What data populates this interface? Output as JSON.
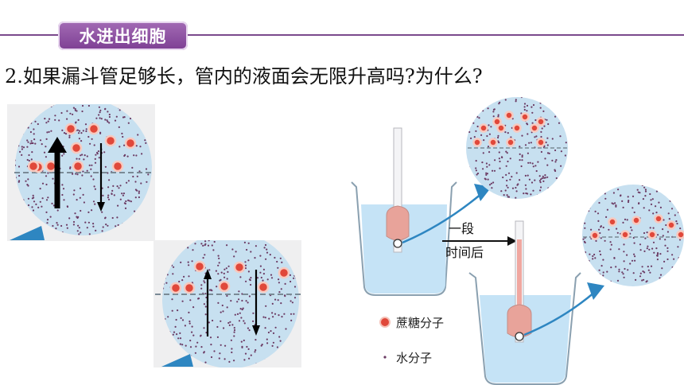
{
  "slide": {
    "section_title": "水进出细胞",
    "question": "2.如果漏斗管足够长，管内的液面会无限升高吗?为什么?"
  },
  "diagram": {
    "time_label_line1": "一段",
    "time_label_line2": "时间后",
    "legend": {
      "sucrose": "蔗糖分子",
      "water": "水分子"
    }
  },
  "colors": {
    "accent": "#7d3f93",
    "water": "#bfe0f5",
    "sucrose": "#e0483a",
    "arrow": "#2e86c1"
  }
}
